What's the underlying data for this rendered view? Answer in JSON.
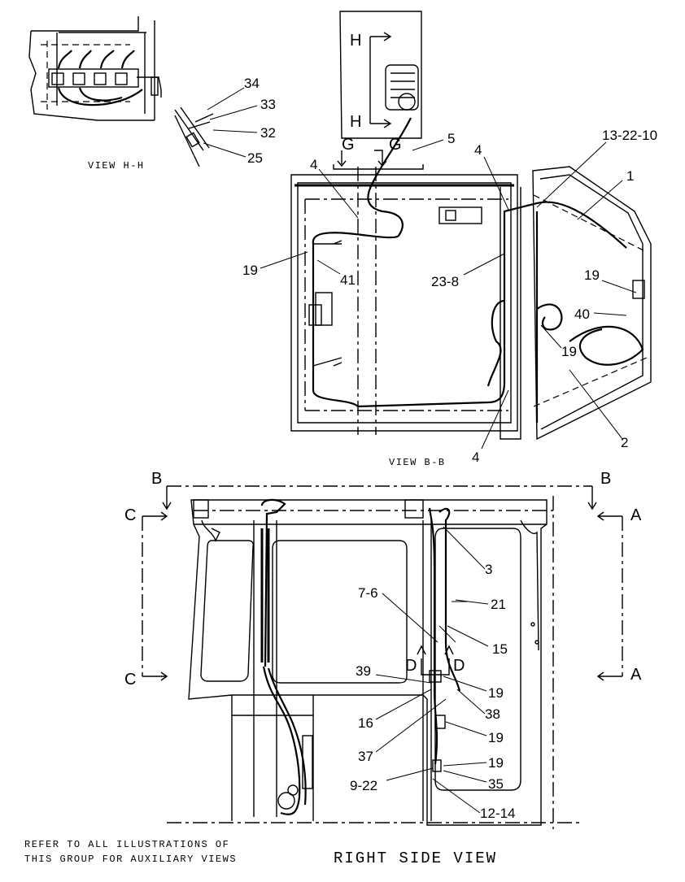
{
  "views": {
    "view_hh": {
      "caption": "VIEW H-H",
      "callouts": [
        "34",
        "33",
        "32",
        "25"
      ]
    },
    "view_bb": {
      "caption": "VIEW B-B",
      "section_markers": [
        "H",
        "H",
        "G",
        "G"
      ],
      "callouts": [
        "5",
        "4",
        "4",
        "13-22-10",
        "1",
        "19",
        "41",
        "23-8",
        "19",
        "40",
        "19",
        "2",
        "4"
      ]
    },
    "right_side_view": {
      "caption": "RIGHT SIDE VIEW",
      "section_markers": [
        "B",
        "B",
        "C",
        "C",
        "A",
        "A",
        "D",
        "D"
      ],
      "callouts": [
        "3",
        "7-6",
        "21",
        "15",
        "39",
        "19",
        "16",
        "38",
        "19",
        "37",
        "19",
        "9-22",
        "35",
        "12-14"
      ]
    }
  },
  "note": {
    "line1": "REFER TO ALL ILLUSTRATIONS OF",
    "line2": "THIS GROUP FOR AUXILIARY VIEWS"
  }
}
